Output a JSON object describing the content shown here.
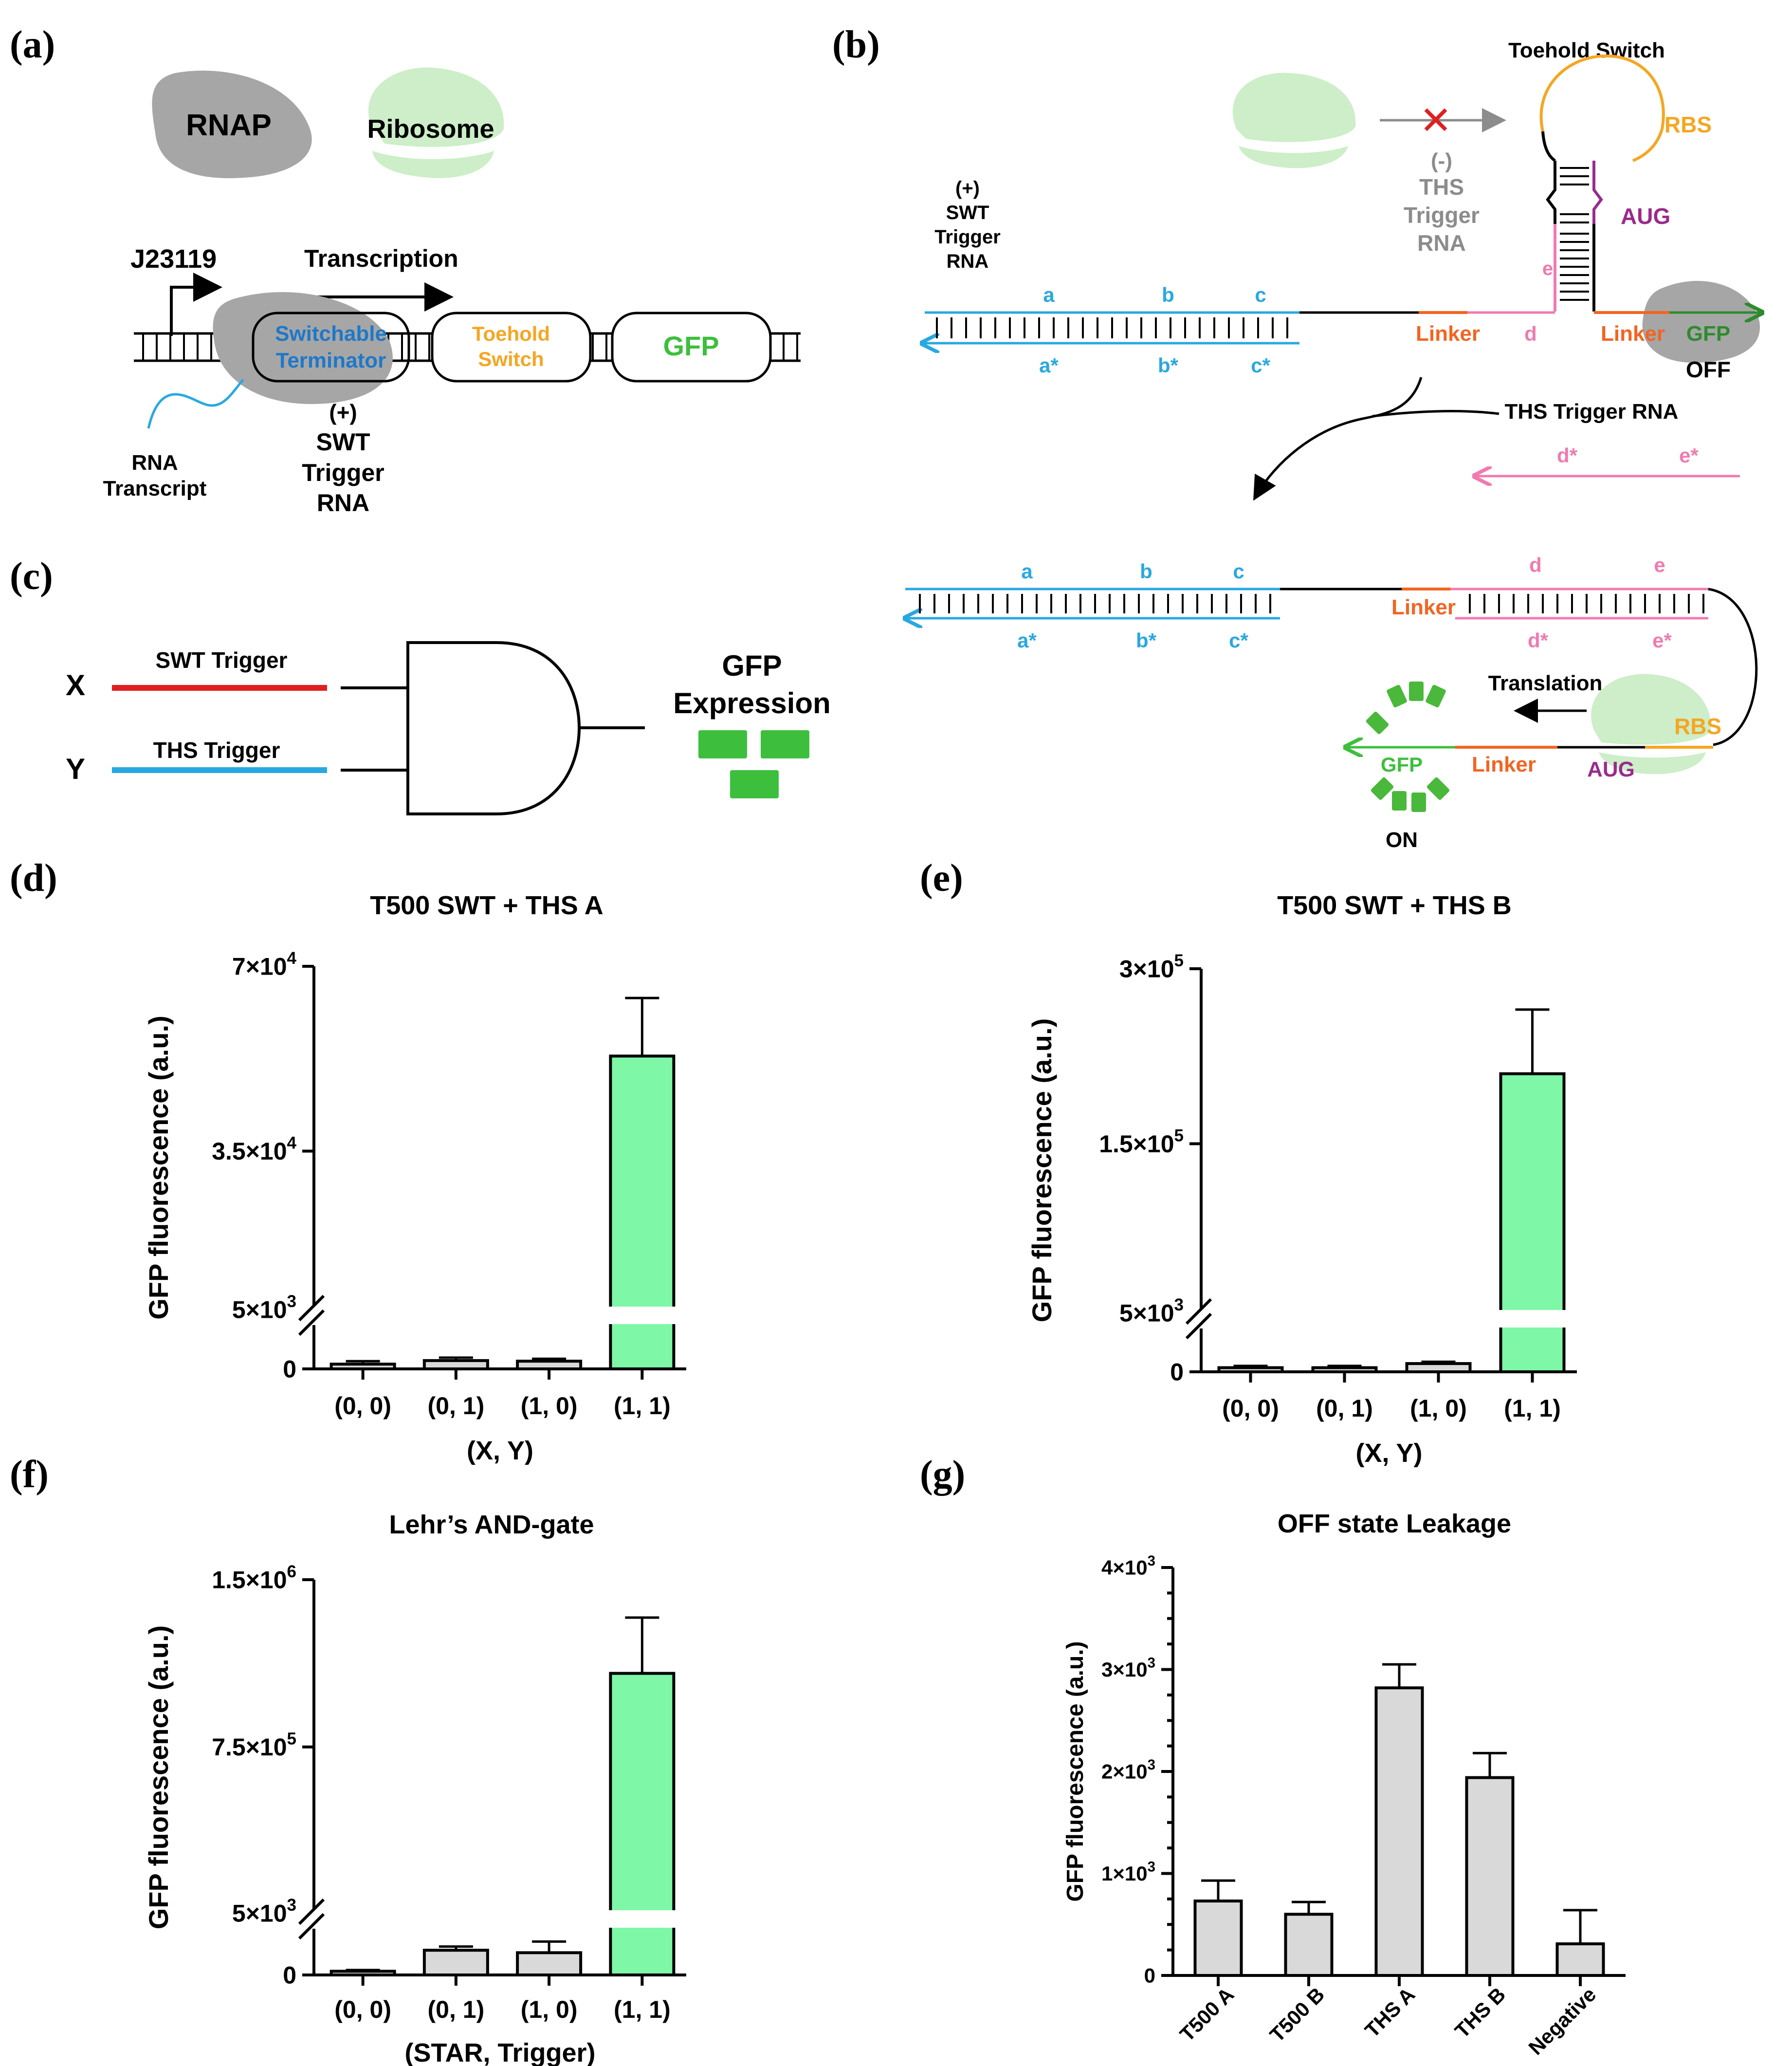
{
  "panels": {
    "a": {
      "label": "(a)",
      "rnap": "RNAP",
      "ribosome": "Ribosome",
      "promoter": "J23119",
      "transcription": "Transcription",
      "swt_line1": "Switchable",
      "swt_line2": "Terminator",
      "ths_line1": "Toehold",
      "ths_line2": "Switch",
      "gfp": "GFP",
      "rna_line1": "RNA",
      "rna_line2": "Transcript",
      "trig_line1": "(+)",
      "trig_line2": "SWT",
      "trig_line3": "Trigger",
      "trig_line4": "RNA"
    },
    "b": {
      "label": "(b)",
      "toehold_switch": "Toehold Switch",
      "rbs": "RBS",
      "aug": "AUG",
      "e": "e",
      "d": "d",
      "linker": "Linker",
      "gfp": "GFP",
      "off": "OFF",
      "on": "ON",
      "minus_line1": "(-)",
      "minus_line2": "THS",
      "minus_line3": "Trigger",
      "minus_line4": "RNA",
      "plus_line1": "(+)",
      "plus_line2": "SWT",
      "plus_line3": "Trigger",
      "plus_line4": "RNA",
      "a": "a",
      "b": "b",
      "c": "c",
      "a_star": "a*",
      "b_star": "b*",
      "c_star": "c*",
      "d_star": "d*",
      "e_star": "e*",
      "ths_trigger_rna": "THS Trigger RNA",
      "translation": "Translation",
      "cross": "✕"
    },
    "c": {
      "label": "(c)",
      "x": "X",
      "y": "Y",
      "swt_trigger": "SWT Trigger",
      "ths_trigger": "THS Trigger",
      "gfp_line1": "GFP",
      "gfp_line2": "Expression"
    },
    "d": {
      "label": "(d)"
    },
    "e": {
      "label": "(e)"
    },
    "f": {
      "label": "(f)"
    },
    "g": {
      "label": "(g)"
    }
  },
  "colors": {
    "blue": "#29a8e0",
    "orange": "#f5a623",
    "linker_orange": "#f26522",
    "pink": "#f07bb0",
    "purple": "#9b2a8c",
    "green": "#3dbf3d",
    "dark_green": "#2e8b2e",
    "red": "#e02020",
    "gray_protein": "#a6a6a6",
    "ribosome_green": "#cdeec8",
    "bar_gray": "#d9d9d9",
    "bar_green": "#7ef7a6"
  },
  "chart_data": [
    {
      "id": "d",
      "type": "bar",
      "title": "T500 SWT + THS A",
      "xlabel": "(X, Y)",
      "ylabel": "GFP fluorescence (a.u.)",
      "categories": [
        "(0, 0)",
        "(0, 1)",
        "(1, 0)",
        "(1, 1)"
      ],
      "values": [
        400,
        700,
        650,
        53000
      ],
      "errors": [
        250,
        250,
        200,
        11000
      ],
      "axis_break": true,
      "lower_range": [
        0,
        5000
      ],
      "upper_range": [
        5000,
        70000
      ],
      "tick_labels": [
        "0",
        "5×10³",
        "3.5×10⁴",
        "7×10⁴"
      ],
      "tick_values": [
        0,
        5000,
        35000,
        70000
      ],
      "highlight": [
        false,
        false,
        false,
        true
      ]
    },
    {
      "id": "e",
      "type": "bar",
      "title": "T500 SWT + THS B",
      "xlabel": "(X, Y)",
      "ylabel": "GFP fluorescence (a.u.)",
      "categories": [
        "(0, 0)",
        "(0, 1)",
        "(1, 0)",
        "(1, 1)"
      ],
      "values": [
        350,
        350,
        700,
        210000
      ],
      "errors": [
        150,
        150,
        150,
        55000
      ],
      "axis_break": true,
      "lower_range": [
        0,
        5000
      ],
      "upper_range": [
        5000,
        300000
      ],
      "tick_labels": [
        "0",
        "5×10³",
        "1.5×10⁵",
        "3×10⁵"
      ],
      "tick_values": [
        0,
        5000,
        150000,
        300000
      ],
      "highlight": [
        false,
        false,
        false,
        true
      ]
    },
    {
      "id": "f",
      "type": "bar",
      "title": "Lehr’s AND-gate",
      "xlabel": "(STAR, Trigger)",
      "ylabel": "GFP fluorescence (a.u.)",
      "categories": [
        "(0, 0)",
        "(0, 1)",
        "(1, 0)",
        "(1, 1)"
      ],
      "values": [
        300,
        2000,
        1800,
        1080000
      ],
      "errors": [
        100,
        300,
        900,
        250000
      ],
      "axis_break": true,
      "lower_range": [
        0,
        5000
      ],
      "upper_range": [
        5000,
        1500000
      ],
      "tick_labels": [
        "0",
        "5×10³",
        "7.5×10⁵",
        "1.5×10⁶"
      ],
      "tick_values": [
        0,
        5000,
        750000,
        1500000
      ],
      "highlight": [
        false,
        false,
        false,
        true
      ]
    },
    {
      "id": "g",
      "type": "bar",
      "title": "OFF state Leakage",
      "xlabel": "",
      "ylabel": "GFP fluorescence (a.u.)",
      "categories": [
        "T500 A",
        "T500 B",
        "THS A",
        "THS B",
        "Negative"
      ],
      "values": [
        730,
        600,
        2820,
        1940,
        310
      ],
      "errors": [
        200,
        120,
        230,
        240,
        330
      ],
      "axis_break": false,
      "ylim": [
        0,
        4000
      ],
      "tick_labels": [
        "0",
        "1×10³",
        "2×10³",
        "3×10³",
        "4×10³"
      ],
      "tick_values": [
        0,
        1000,
        2000,
        3000,
        4000
      ],
      "highlight": [
        false,
        false,
        false,
        false,
        false
      ]
    }
  ]
}
